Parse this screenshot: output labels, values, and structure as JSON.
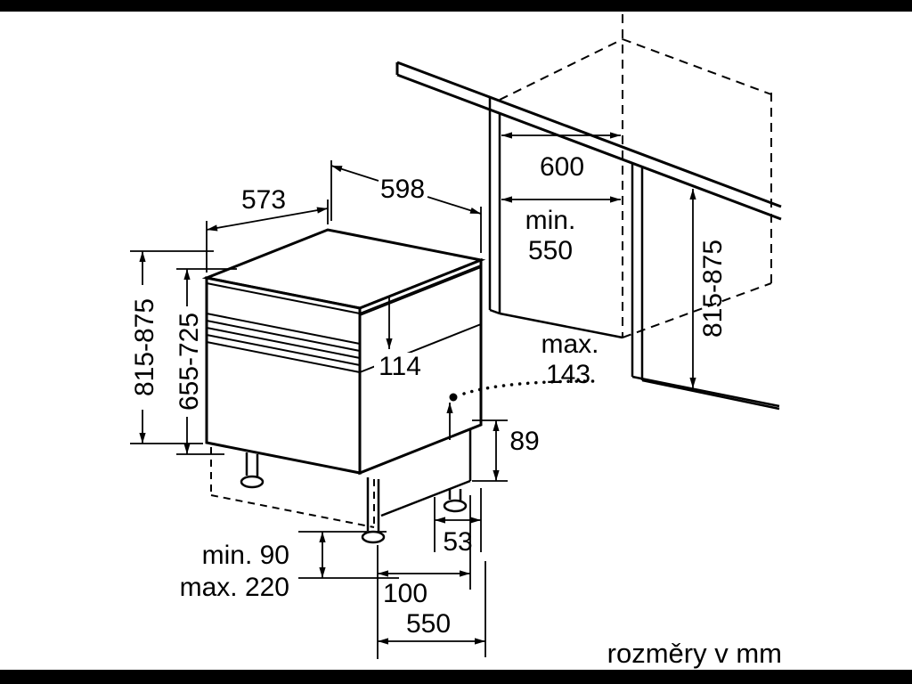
{
  "diagram": {
    "caption": "rozměry v mm",
    "labels": {
      "l573": "573",
      "l598": "598",
      "l600": "600",
      "niche_min": "min.",
      "niche_550": "550",
      "right_height": "815-875",
      "left_height_total": "815-875",
      "left_height_body": "655-725",
      "l114": "114",
      "max_label": "max.",
      "max_value": "143",
      "l89": "89",
      "l53": "53",
      "feet_min": "min. 90",
      "feet_max": "max. 220",
      "l100": "100",
      "l550": "550"
    }
  }
}
